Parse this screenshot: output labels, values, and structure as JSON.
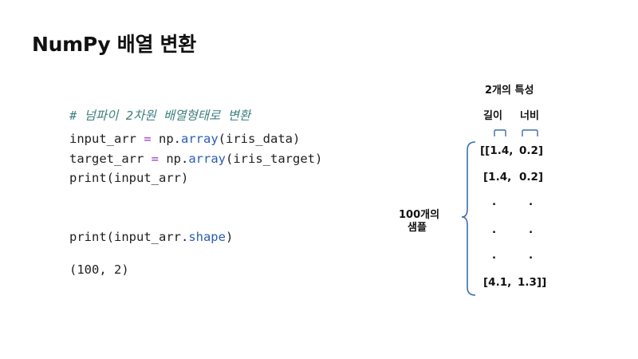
{
  "slide": {
    "title": "NumPy 배열 변환"
  },
  "code": {
    "comment_line": "# 넘파이 2차원 배열형태로 변환",
    "line1": {
      "lhs": "input_arr ",
      "op": "=",
      "mid": " np.",
      "fn": "array",
      "rest": "(iris_data)"
    },
    "line2": {
      "lhs": "target_arr ",
      "op": "=",
      "mid": " np.",
      "fn": "array",
      "rest": "(iris_target)"
    },
    "line3": "print(input_arr)",
    "line4": {
      "pre": "print(input_arr.",
      "attr": "shape",
      "post": ")"
    },
    "output": "(100, 2)"
  },
  "annotation": {
    "features_title": "2개의 특성",
    "feature_length": "길이",
    "feature_width": "너비",
    "samples_line1": "100개의",
    "samples_line2": "샘플"
  },
  "matrix": {
    "row1_col1": "[[1.4,",
    "row1_col2": "0.2]",
    "row2_col1": "[1.4,",
    "row2_col2": "0.2]",
    "dot": ".",
    "last_col1": "[4.1,",
    "last_col2": "1.3]]"
  },
  "colors": {
    "bracket": "#3d6fa8",
    "comment": "#3f7f7f",
    "keyword": "#9b30c8",
    "function": "#2a5db0"
  }
}
